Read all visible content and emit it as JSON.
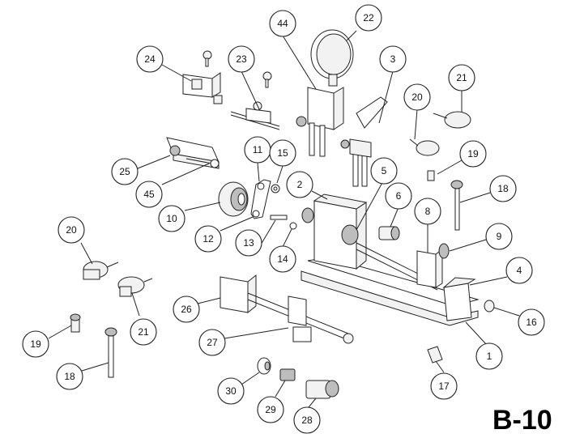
{
  "sheet_label": "B-10",
  "callouts": [
    {
      "id": "c44",
      "label": "44"
    },
    {
      "id": "c22",
      "label": "22"
    },
    {
      "id": "c24",
      "label": "24"
    },
    {
      "id": "c23",
      "label": "23"
    },
    {
      "id": "c3",
      "label": "3"
    },
    {
      "id": "c21a",
      "label": "21"
    },
    {
      "id": "c20a",
      "label": "20"
    },
    {
      "id": "c19a",
      "label": "19"
    },
    {
      "id": "c18a",
      "label": "18"
    },
    {
      "id": "c11",
      "label": "11"
    },
    {
      "id": "c15",
      "label": "15"
    },
    {
      "id": "c25",
      "label": "25"
    },
    {
      "id": "c45",
      "label": "45"
    },
    {
      "id": "c2",
      "label": "2"
    },
    {
      "id": "c5",
      "label": "5"
    },
    {
      "id": "c6",
      "label": "6"
    },
    {
      "id": "c8",
      "label": "8"
    },
    {
      "id": "c9",
      "label": "9"
    },
    {
      "id": "c10",
      "label": "10"
    },
    {
      "id": "c12",
      "label": "12"
    },
    {
      "id": "c13",
      "label": "13"
    },
    {
      "id": "c14",
      "label": "14"
    },
    {
      "id": "c4",
      "label": "4"
    },
    {
      "id": "c20b",
      "label": "20"
    },
    {
      "id": "c21b",
      "label": "21"
    },
    {
      "id": "c26",
      "label": "26"
    },
    {
      "id": "c16",
      "label": "16"
    },
    {
      "id": "c19b",
      "label": "19"
    },
    {
      "id": "c27",
      "label": "27"
    },
    {
      "id": "c1",
      "label": "1"
    },
    {
      "id": "c18b",
      "label": "18"
    },
    {
      "id": "c30",
      "label": "30"
    },
    {
      "id": "c29",
      "label": "29"
    },
    {
      "id": "c17",
      "label": "17"
    },
    {
      "id": "c28",
      "label": "28"
    }
  ]
}
